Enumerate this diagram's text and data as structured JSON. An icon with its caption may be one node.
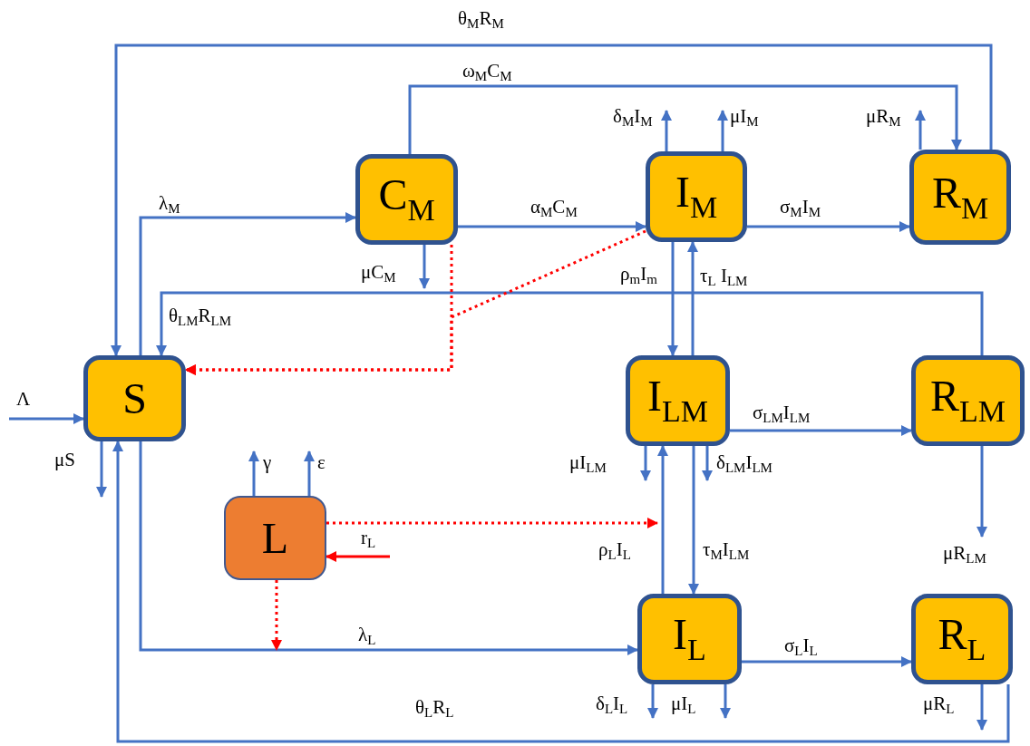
{
  "diagram": {
    "nodes": [
      {
        "text": [
          "S"
        ]
      },
      {
        "text": [
          "C$_{M}$"
        ]
      },
      {
        "text": [
          "I$_{M}$"
        ]
      },
      {
        "text": [
          "R$_{M}$"
        ]
      },
      {
        "text": [
          "I$_{LM}$"
        ]
      },
      {
        "text": [
          "R$_{LM}$"
        ]
      },
      {
        "text": [
          "L"
        ]
      },
      {
        "text": [
          "I$_{L}$"
        ]
      },
      {
        "text": [
          "R$_{L}$"
        ]
      }
    ],
    "edges": [
      {
        "from": null,
        "to": 0,
        "arrow": "to",
        "label": "Λ"
      },
      {
        "from": 0,
        "to": null,
        "arrow": "to",
        "label": "μS"
      },
      {
        "from": 0,
        "to": 1,
        "arrow": "to",
        "label": "λ$_{M}$"
      },
      {
        "from": 1,
        "to": 2,
        "arrow": "to",
        "label": "α$_{M}$C$_{M}$"
      },
      {
        "from": 1,
        "to": null,
        "arrow": "to",
        "label": "μC$_{M}$"
      },
      {
        "from": 1,
        "to": 3,
        "arrow": "to",
        "label": "ω$_{M}$C$_{M}$"
      },
      {
        "from": 2,
        "to": null,
        "arrow": "to",
        "label": "δ$_{M}$I$_{M}$"
      },
      {
        "from": 2,
        "to": null,
        "arrow": "to",
        "label": "μI$_{M}$"
      },
      {
        "from": 2,
        "to": 3,
        "arrow": "to",
        "label": "σ$_{M}$I$_{M}$"
      },
      {
        "from": 3,
        "to": null,
        "arrow": "to",
        "label": "μR$_{M}$"
      },
      {
        "from": 3,
        "to": 0,
        "arrow": "to",
        "label": "θ$_{M}$R$_{M}$"
      },
      {
        "from": 2,
        "to": 4,
        "arrow": "to",
        "label": "ρ$_{m}$I$_{m}$"
      },
      {
        "from": 4,
        "to": 2,
        "arrow": "to",
        "label": "τ$_{L}$ I$_{LM}$"
      },
      {
        "from": 5,
        "to": 0,
        "arrow": "to",
        "label": "θ$_{LM}$R$_{LM}$"
      },
      {
        "from": 4,
        "to": 5,
        "arrow": "to",
        "label": "σ$_{LM}$I$_{LM}$"
      },
      {
        "from": 4,
        "to": null,
        "arrow": "to",
        "label": "μI$_{LM}$"
      },
      {
        "from": 4,
        "to": null,
        "arrow": "to",
        "label": "δ$_{LM}$I$_{LM}$"
      },
      {
        "from": 4,
        "to": 7,
        "arrow": "to",
        "label": "τ$_{M}$I$_{LM}$"
      },
      {
        "from": 7,
        "to": 4,
        "arrow": "to",
        "label": "ρ$_{L}$I$_{L}$"
      },
      {
        "from": 5,
        "to": null,
        "arrow": "to",
        "label": "μR$_{LM}$"
      },
      {
        "from": 0,
        "to": 7,
        "arrow": "to",
        "label": "λ$_{L}$"
      },
      {
        "from": 7,
        "to": 8,
        "arrow": "to",
        "label": "σ$_{L}$I$_{L}$"
      },
      {
        "from": 7,
        "to": null,
        "arrow": "to",
        "label": "δ$_{L}$I$_{L}$"
      },
      {
        "from": 7,
        "to": null,
        "arrow": "to",
        "label": "μI$_{L}$"
      },
      {
        "from": 8,
        "to": null,
        "arrow": "to",
        "label": "μR$_{L}$"
      },
      {
        "from": 8,
        "to": 0,
        "arrow": "to",
        "label": "θ$_{L}$R$_{L}$"
      },
      {
        "from": 6,
        "to": null,
        "arrow": "to",
        "label": "γ"
      },
      {
        "from": 6,
        "to": null,
        "arrow": "to",
        "label": "ε"
      },
      {
        "from": null,
        "to": 6,
        "arrow": "to",
        "label": "r$_{L}$",
        "color": "#ff0000"
      },
      {
        "from": 1,
        "to": 0,
        "arrow": "to",
        "style": "dashed",
        "color": "#ff0000"
      },
      {
        "from": 2,
        "to": 0,
        "arrow": "to",
        "style": "dashed",
        "color": "#ff0000"
      },
      {
        "from": 6,
        "to": null,
        "arrow": "to",
        "style": "dashed",
        "color": "#ff0000"
      },
      {
        "from": 6,
        "to": null,
        "arrow": "to",
        "style": "dashed",
        "color": "#ff0000"
      }
    ]
  }
}
